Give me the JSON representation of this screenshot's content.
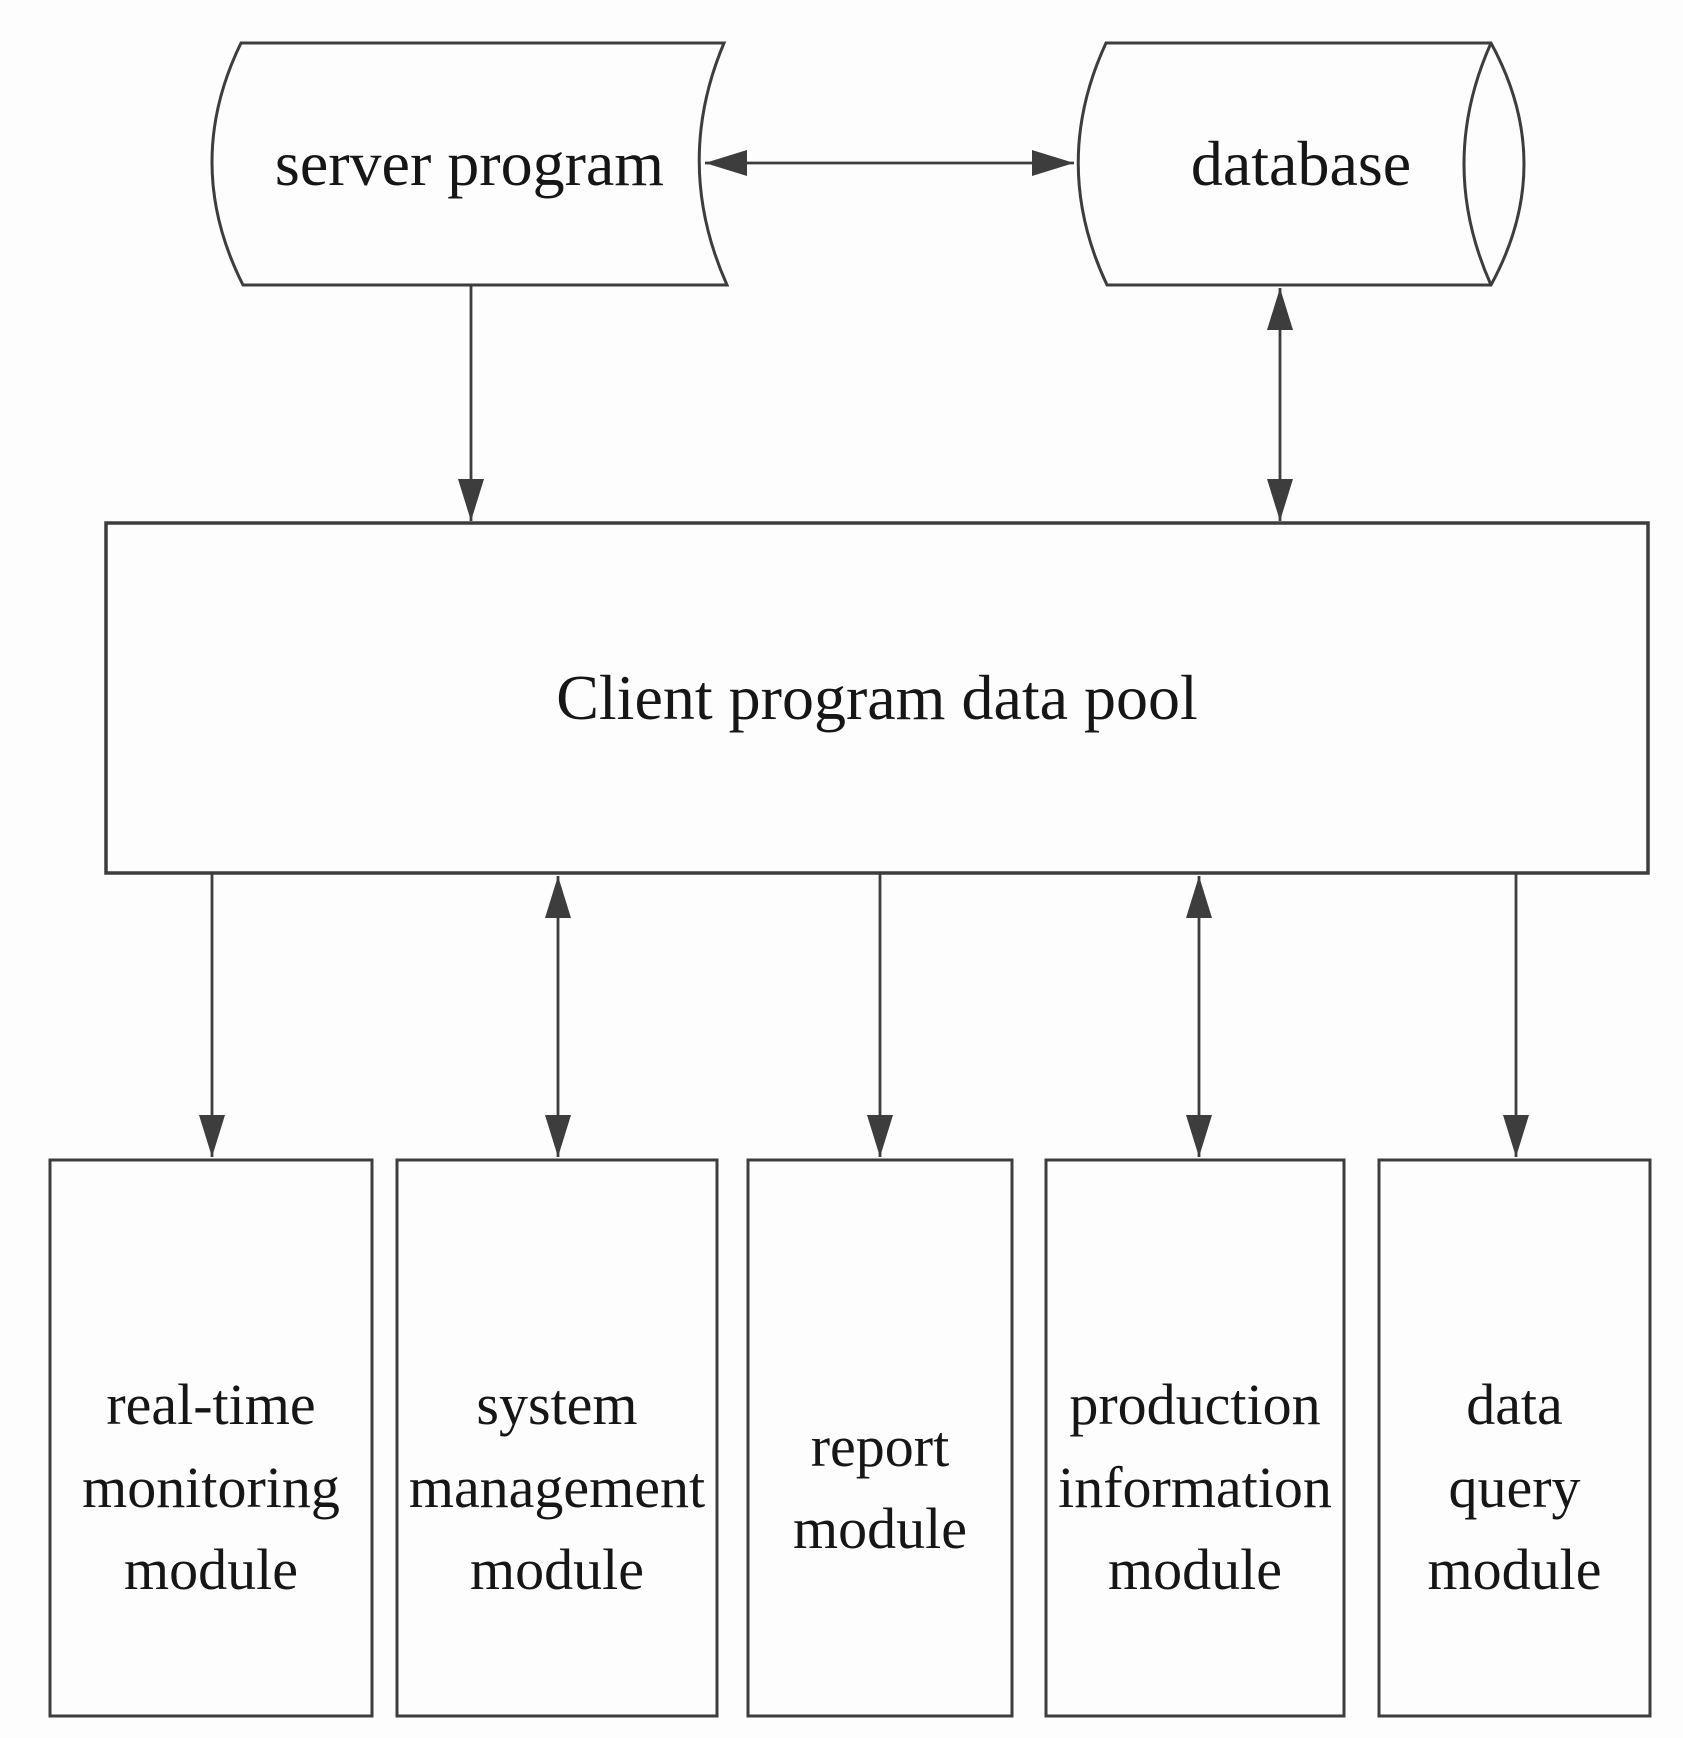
{
  "diagram": {
    "description": "System architecture diagram: server program and database connected to a client program data pool serving five modules",
    "colors": {
      "stroke": "#3d3d3d",
      "text": "#161616",
      "background": "#fdfdfd"
    },
    "nodes": {
      "server_program": {
        "label": "server program",
        "shape": "stored-data cylinder"
      },
      "database": {
        "label": "database",
        "shape": "horizontal cylinder"
      },
      "data_pool": {
        "label": "Client program data pool",
        "shape": "rectangle"
      },
      "modules": [
        {
          "label": "real-time monitoring module",
          "lines": [
            "real-time",
            "monitoring",
            "module"
          ]
        },
        {
          "label": "system management module",
          "lines": [
            "system",
            "management",
            "module"
          ]
        },
        {
          "label": "report module",
          "lines": [
            "report",
            "module"
          ]
        },
        {
          "label": "production information module",
          "lines": [
            "production",
            "information",
            "module"
          ]
        },
        {
          "label": "data query module",
          "lines": [
            "data",
            "query",
            "module"
          ]
        }
      ]
    },
    "edges": [
      {
        "from": "server program",
        "to": "database",
        "bidirectional": true
      },
      {
        "from": "server program",
        "to": "Client program data pool",
        "bidirectional": false
      },
      {
        "from": "database",
        "to": "Client program data pool",
        "bidirectional": true
      },
      {
        "from": "Client program data pool",
        "to": "real-time monitoring module",
        "bidirectional": false
      },
      {
        "from": "Client program data pool",
        "to": "system management module",
        "bidirectional": true
      },
      {
        "from": "Client program data pool",
        "to": "report module",
        "bidirectional": false
      },
      {
        "from": "Client program data pool",
        "to": "production information module",
        "bidirectional": true
      },
      {
        "from": "Client program data pool",
        "to": "data query module",
        "bidirectional": false
      }
    ]
  }
}
